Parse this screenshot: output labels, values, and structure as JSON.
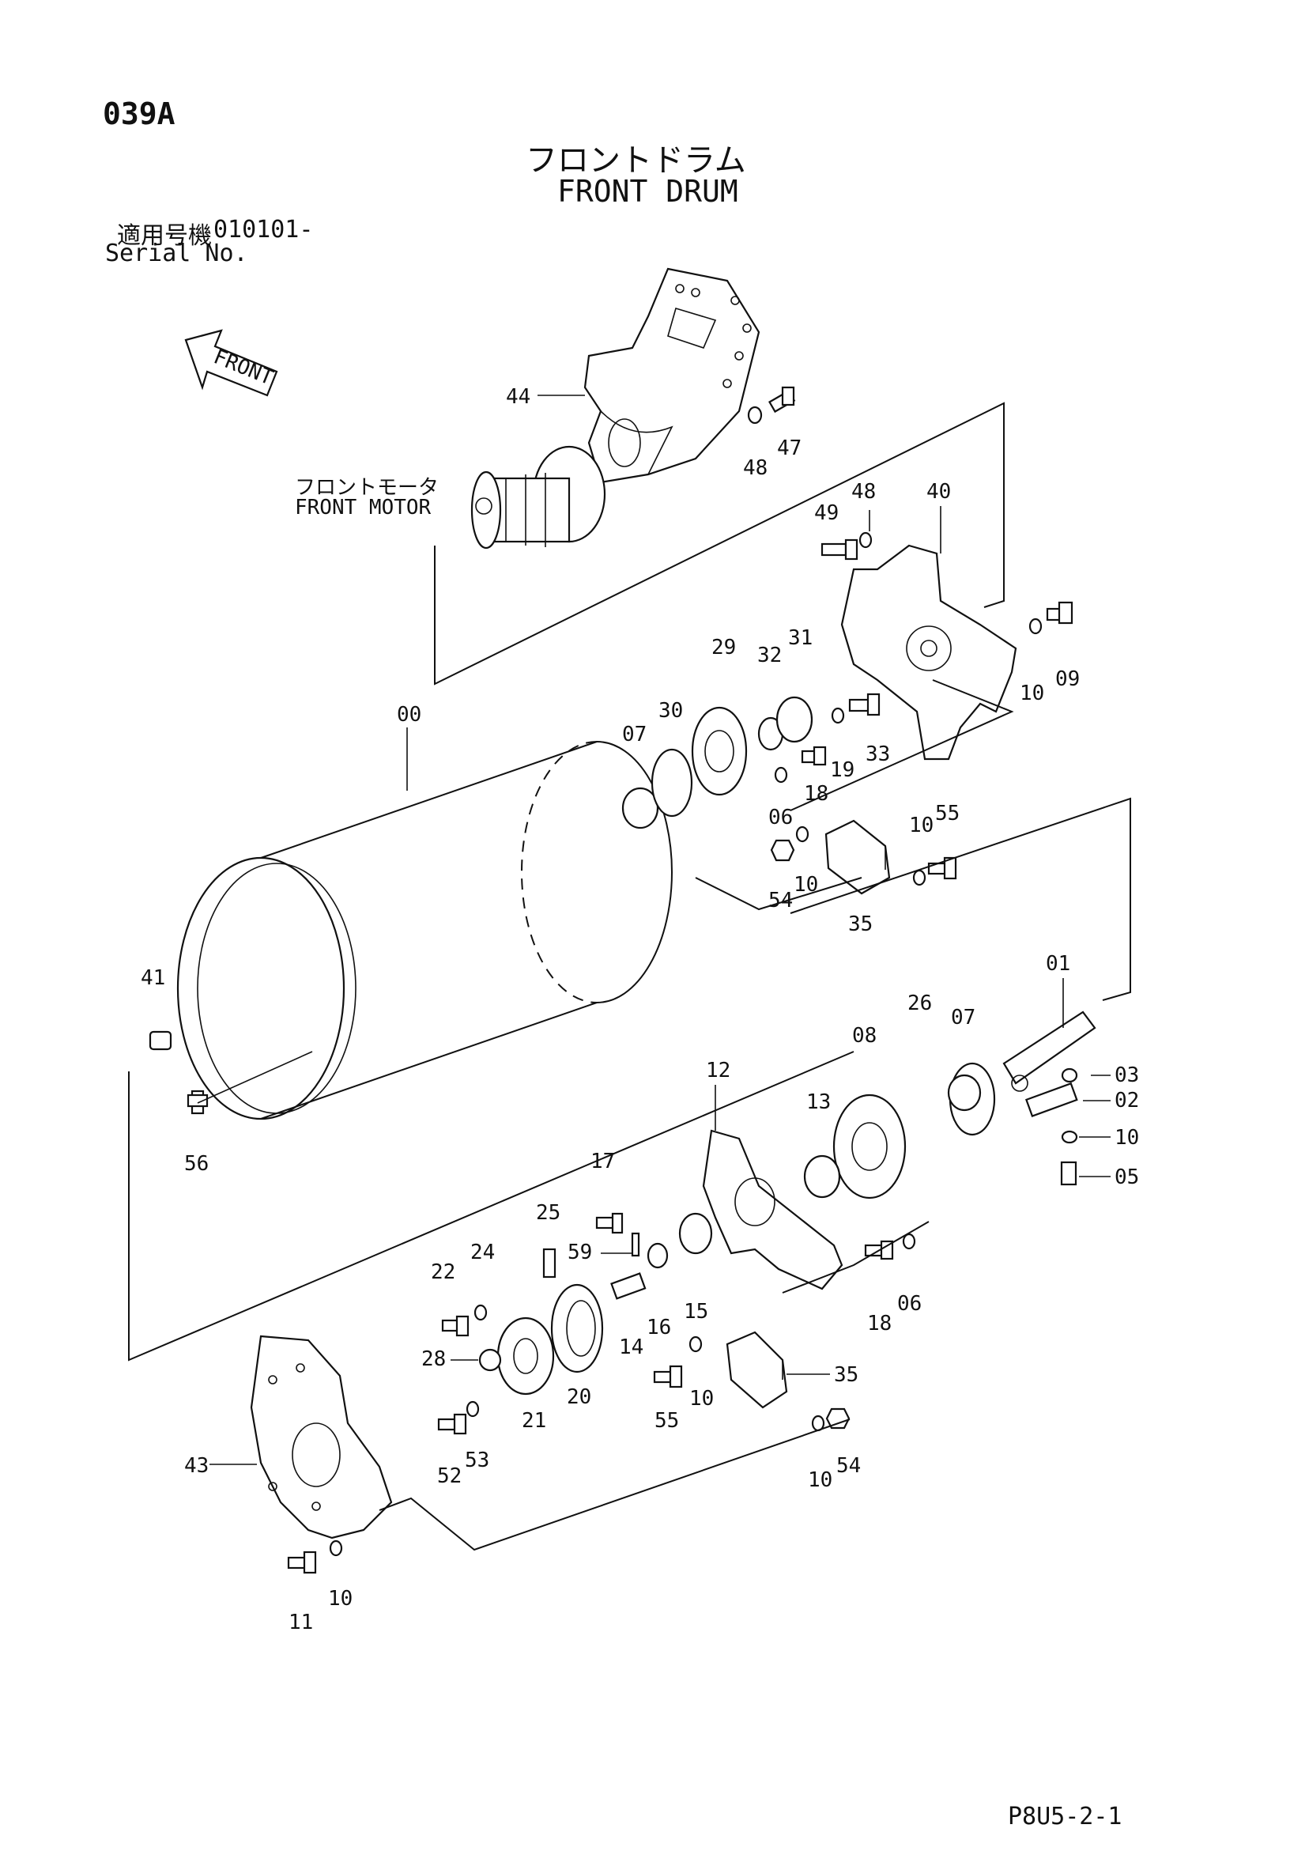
{
  "header": {
    "page_code": "039A",
    "title_jp": "フロントドラム",
    "title_en": "FRONT DRUM",
    "serial_jp": "適用号機",
    "serial_value": "010101-",
    "serial_en": "Serial No."
  },
  "labels": {
    "front_arrow": "FRONT",
    "motor_jp": "フロントモータ",
    "motor_en": "FRONT MOTOR"
  },
  "footer": {
    "code": "P8U5-2-1"
  },
  "callouts": [
    "44",
    "47",
    "48",
    "48",
    "49",
    "40",
    "09",
    "10",
    "29",
    "32",
    "31",
    "33",
    "19",
    "18",
    "00",
    "07",
    "30",
    "06",
    "54",
    "10",
    "10",
    "55",
    "35",
    "41",
    "56",
    "01",
    "26",
    "07",
    "08",
    "03",
    "02",
    "10",
    "05",
    "12",
    "13",
    "17",
    "25",
    "59",
    "24",
    "22",
    "28",
    "16",
    "15",
    "14",
    "18",
    "06",
    "21",
    "20",
    "55",
    "10",
    "35",
    "52",
    "53",
    "43",
    "10",
    "54",
    "11",
    "10"
  ]
}
